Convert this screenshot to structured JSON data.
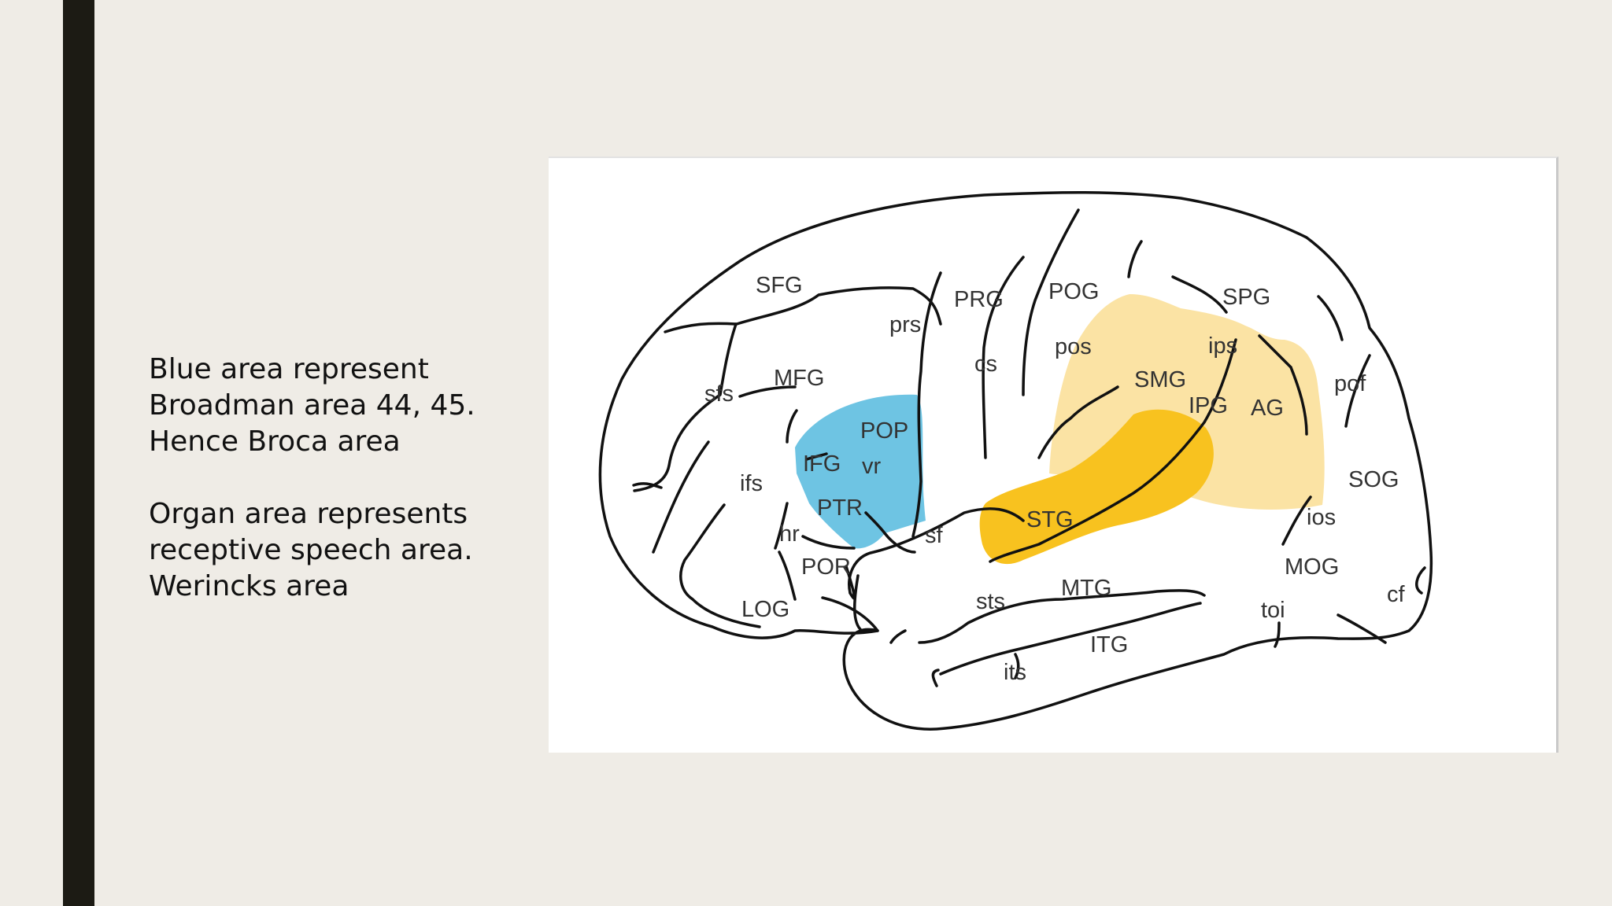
{
  "notes": {
    "line1": "Blue area represent",
    "line2": "Broadman area 44, 45.",
    "line3": "Hence Broca area",
    "line4": "Organ area represents",
    "line5": "receptive speech area.",
    "line6": "Werincks area"
  },
  "diagram": {
    "labels": {
      "SFG": "SFG",
      "PRG": "PRG",
      "POG": "POG",
      "SPG": "SPG",
      "prs": "prs",
      "cs": "cs",
      "pos": "pos",
      "ips": "ips",
      "pof": "pof",
      "sfs": "sfs",
      "MFG": "MFG",
      "SMG": "SMG",
      "IPG": "IPG",
      "AG": "AG",
      "POP": "POP",
      "IFG": "IFG",
      "vr": "vr",
      "ifs": "ifs",
      "PTR": "PTR",
      "SOG": "SOG",
      "STG": "STG",
      "ios": "ios",
      "hr": "hr",
      "sf": "sf",
      "POR": "POR",
      "MOG": "MOG",
      "LOG": "LOG",
      "sts": "sts",
      "MTG": "MTG",
      "cf": "cf",
      "toi": "toi",
      "ITG": "ITG",
      "its": "its"
    },
    "colors": {
      "broca_area": "#6ec4e3",
      "wernicke_light": "#fbe3a4",
      "wernicke_dark": "#f8c21f",
      "outline": "#111111"
    }
  }
}
